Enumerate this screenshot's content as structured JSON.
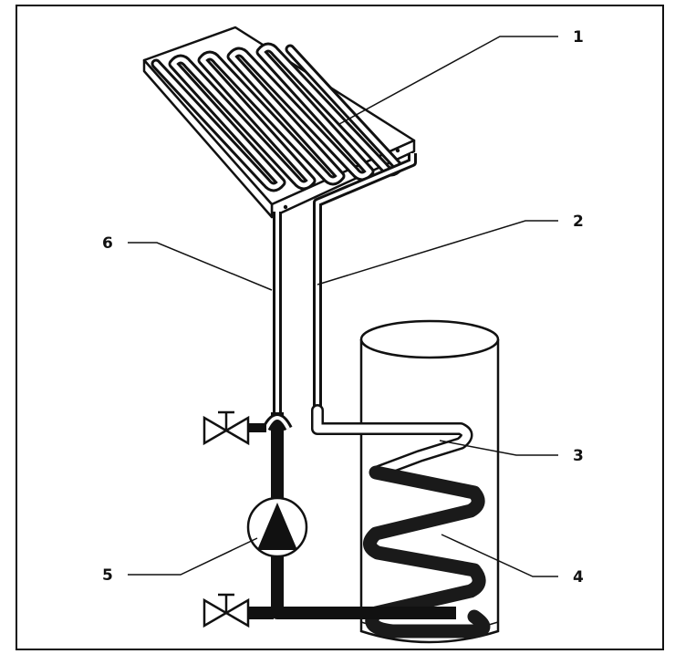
{
  "colors": {
    "line": "#111111",
    "background": "#ffffff",
    "pipe_hot": "#111111",
    "pipe_return": "#ffffff"
  },
  "callouts": {
    "c1": "1",
    "c2": "2",
    "c3": "3",
    "c4": "4",
    "c5": "5",
    "c6": "6"
  }
}
